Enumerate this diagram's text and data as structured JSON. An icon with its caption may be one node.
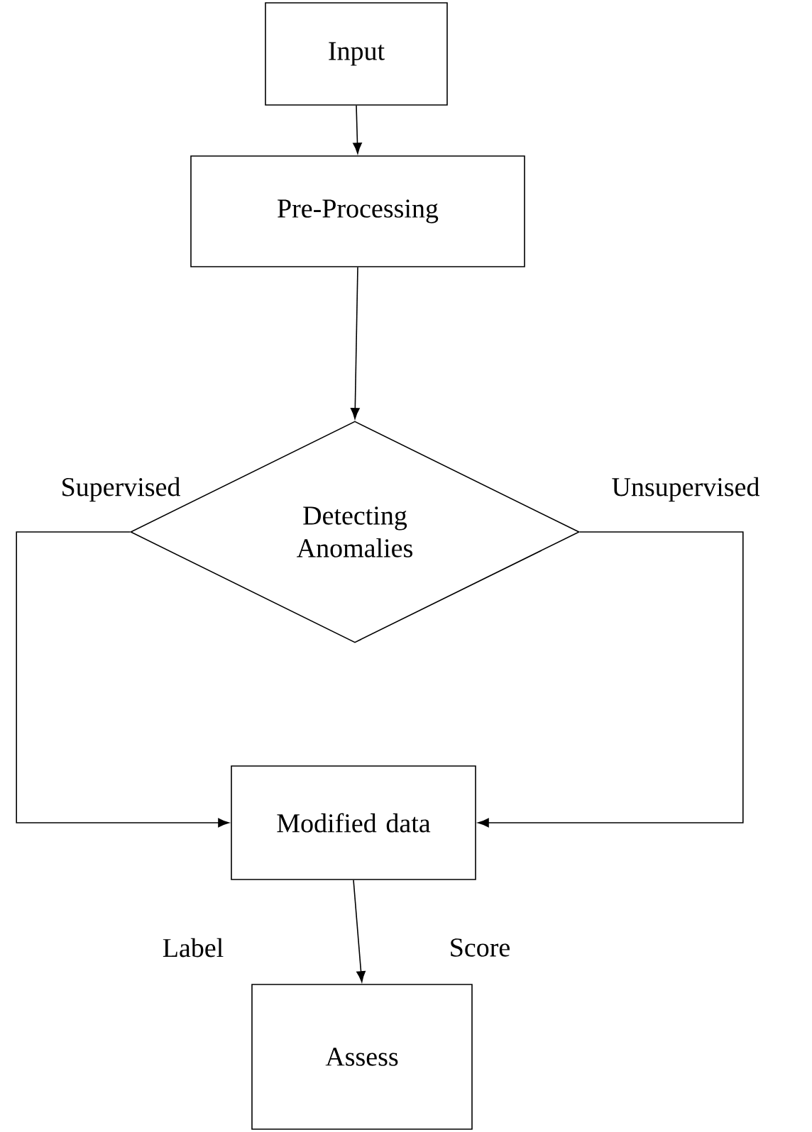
{
  "diagram": {
    "nodes": [
      {
        "text": [
          "Input"
        ]
      },
      {
        "text": [
          "Pre-Processing"
        ]
      },
      {
        "text": [
          "Detecting Anomalies"
        ]
      },
      {
        "text": [
          "Modified data"
        ]
      },
      {
        "text": [
          "Assess"
        ]
      }
    ],
    "edges": [
      {
        "from": 0,
        "to": 1,
        "arrow": "to"
      },
      {
        "from": 1,
        "to": 2,
        "arrow": "to"
      },
      {
        "from": 2,
        "to": 3,
        "arrow": "to",
        "label": "Supervised"
      },
      {
        "from": 2,
        "to": 3,
        "arrow": "to",
        "label": "Unsupervised"
      },
      {
        "from": 3,
        "to": 4,
        "arrow": "to"
      }
    ],
    "labels": [
      "Label",
      "Score"
    ]
  }
}
